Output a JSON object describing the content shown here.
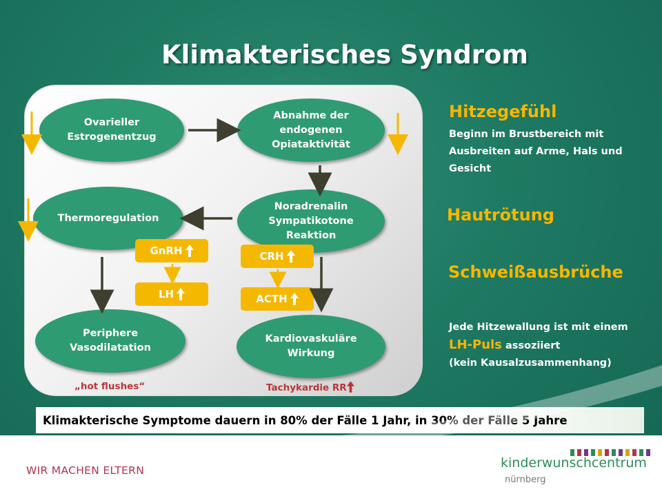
{
  "title": "Klimakterisches Syndrom",
  "nodes": {
    "ovarieller": "Ovarieller Estrogenentzug",
    "abnahme": "Abnahme der endogenen Opiataktivität",
    "thermo": "Thermoregulation",
    "noradrenalin": "Noradrenalin Sympatikotone Reaktion",
    "periphere": "Periphere Vasodilatation",
    "kardio": "Kardiovaskuläre Wirkung"
  },
  "hormones": {
    "gnrh": "GnRH",
    "lh": "LH",
    "crh": "CRH",
    "acth": "ACTH"
  },
  "labels": {
    "hot_flushes": "„hot flushes“",
    "tachykardie": "Tachykardie RR"
  },
  "right": {
    "hitzegefuehl": "Hitzegefühl",
    "hitzegefuehl_desc": "Beginn im Brustbereich mit Ausbreiten auf Arme, Hals und Gesicht",
    "hautroetung": "Hautrötung",
    "schweiss": "Schweißausbrüche",
    "note_1": "Jede Hitzewallung ist mit einem",
    "note_lh": "LH-Puls",
    "note_2": "assoziiert",
    "note_3": "(kein Kausalzusammenhang)"
  },
  "banner": "Klimakterische Symptome dauern in 80% der Fälle 1 Jahr, in 30% der Fälle 5 Jahre",
  "footer": {
    "slogan": "WIR MACHEN ELTERN",
    "logo_main": "kinderwunschcentrum",
    "logo_city": "nürnberg"
  },
  "colors": {
    "accent_yellow": "#f5b800",
    "node_green": "#2f9b72",
    "label_red": "#b8363a",
    "bg_green": "#1f7a63"
  },
  "icons": {
    "up_arrow": "up-arrow-icon",
    "down_arrow": "down-arrow-icon"
  }
}
